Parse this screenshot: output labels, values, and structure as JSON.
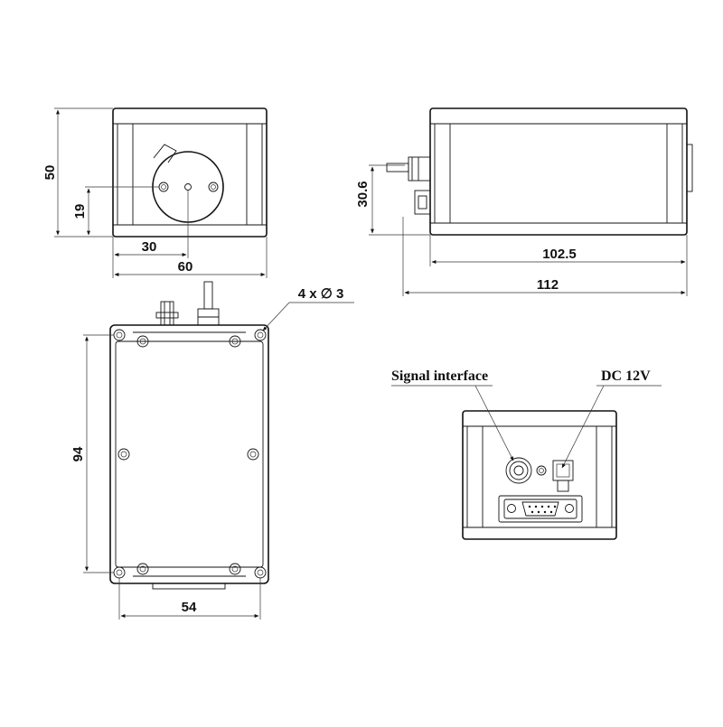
{
  "front_view": {
    "dim_height": "50",
    "dim_axis_height": "19",
    "dim_axis_offset": "30",
    "dim_width": "60"
  },
  "side_view": {
    "dim_connector_height": "30.6",
    "dim_body_length": "102.5",
    "dim_total_length": "112"
  },
  "bottom_view": {
    "hole_callout": "4 x ∅ 3",
    "dim_length": "94",
    "dim_width": "54"
  },
  "rear_view": {
    "signal_label": "Signal interface",
    "power_label": "DC 12V"
  }
}
